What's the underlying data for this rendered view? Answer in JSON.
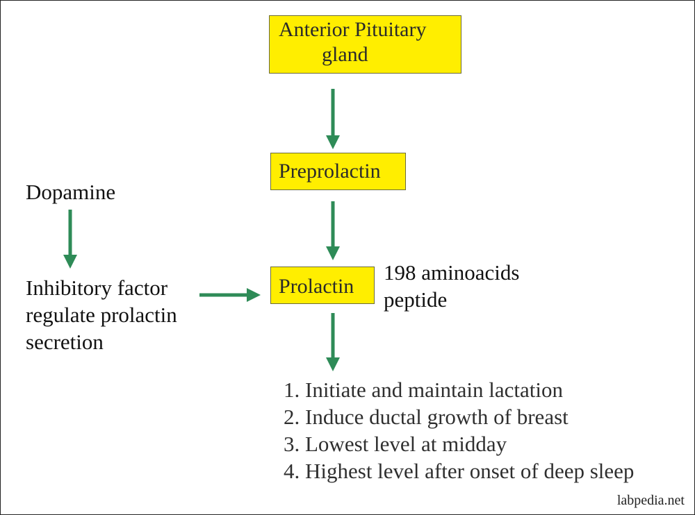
{
  "nodes": {
    "anterior_pituitary": {
      "line1": "Anterior Pituitary",
      "line2": "gland"
    },
    "preprolactin": "Preprolactin",
    "prolactin": "Prolactin",
    "dopamine": "Dopamine",
    "inhibitory": [
      "Inhibitory factor",
      "regulate prolactin",
      "secretion"
    ],
    "prolactin_note": [
      "198 aminoacids",
      "peptide"
    ]
  },
  "functions": [
    "1. Initiate and maintain lactation",
    "2. Induce ductal growth of breast",
    "3. Lowest level at midday",
    "4. Highest level after onset of deep sleep"
  ],
  "credit": "labpedia.net",
  "colors": {
    "box_fill": "#ffee00",
    "arrow": "#2e8b57"
  }
}
